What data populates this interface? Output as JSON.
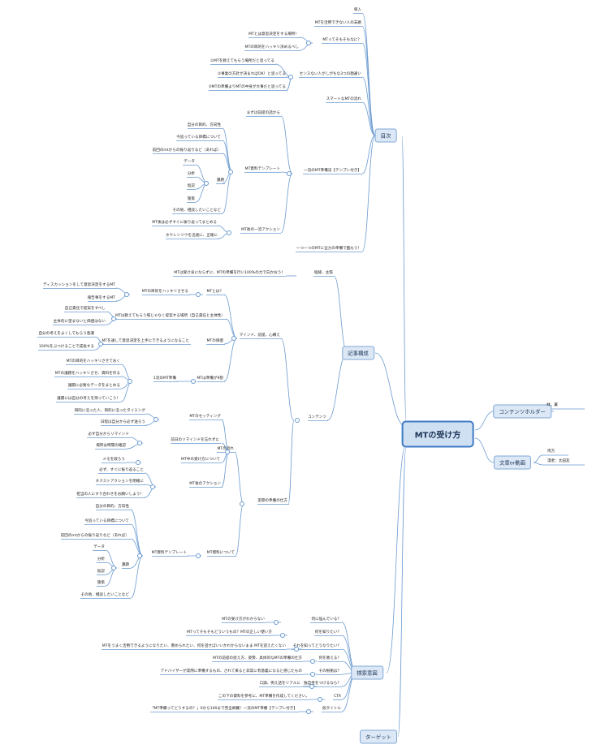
{
  "center": {
    "label": "MTの受け方"
  },
  "branches": [
    {
      "id": "toc",
      "label": "目次"
    },
    {
      "id": "article",
      "label": "記事構成"
    },
    {
      "id": "intent",
      "label": "検索意図"
    },
    {
      "id": "target",
      "label": "ターゲット"
    },
    {
      "id": "content_holder",
      "label": "コンテンツホルダー"
    },
    {
      "id": "style",
      "label": "文章or動画"
    }
  ],
  "toc": [
    "導入",
    "MTを活用できない人の末路",
    "MTとは意思決定をする場所！",
    "MTの目的をハッキリ決めるべし",
    "MTってそもそもなに？",
    "①MTを教えてもらう場所だと思ってる",
    "②事業の方針が決まればOK！と思ってる",
    "③MTの準備よりMTの中身が大事だと思ってる",
    "センスない人がしがちな3つの勘違い",
    "スマートなMTの流れ",
    "まずは前提の話から",
    "自分の目的、方向性",
    "今追っている目標について",
    "前回のmtからの振り返りなど（あれば）",
    "データ",
    "分析",
    "仮説",
    "施策",
    "課題",
    "その他、相談したいことなど",
    "MT資料テンプレート",
    "MT後は必ずすぐに振り返ってまとめる",
    "ホウレンソウを迅速に、正確に",
    "MT後の一流アクション",
    "一流のMT準備法【テンプレ付き】",
    "一つ一つのMTに全力の準備で臨もう！"
  ],
  "article": [
    "MTは受け身にならずに、MTの準備を行い100%の力で向かおう！",
    "経緯、主張",
    "ディスカッションをして意思決定をするMT",
    "報告事をするMT",
    "MTの目的をハッキリさせる",
    "MTとは？",
    "自己責任で提案をすべし",
    "主体的に望まないと価値はない",
    "MTは教えてもらう場じゃなく提案する場所（自己責任と主体性）",
    "自分の考えをよくしてもらう意識",
    "100%をぶつけることで成長する",
    "MTを通して意思決定を上手にできるようになること",
    "MTの価値",
    "マインド、前提、心構え",
    "MTの目的をハッキリさせておく",
    "MTの議題をハッキリさせ、資料を作る",
    "議題に必要なデータをまとめる",
    "議題には自分の考えを持っていこう！",
    "1流のMT準備",
    "MTは準備が9割",
    "目的に沿った人、目的に沿ったタイミング",
    "日程は自分から必ず送ろう",
    "MTのセッティング",
    "必ず自分からリマインド",
    "場所は時間の確認",
    "前日のリマインドを忘れずに",
    "メモを取ろう",
    "MT中の受け方について",
    "必ず、すぐに振り返ること",
    "ネクストアクションを明確に",
    "担当の人にすり合わせをお願いしよう！",
    "MT後のアクション",
    "MTの流れ",
    "自分の目的、方向性",
    "今追っている目標について",
    "前回のmtからの振り返りなど（あれば）",
    "データ",
    "分析",
    "仮説",
    "施策",
    "課題",
    "その他、相談したいことなど",
    "MT資料テンプレート",
    "MT資料について",
    "実際の準備の仕方",
    "コンテンツ"
  ],
  "intent": [
    "MTの受け方がわからない",
    "何に悩んでいる？",
    "MTってそもそもどういうもの？MTの正しい使い方",
    "何を知りたい？",
    "MTをうまく活用できるようになりたい、褒められたい、何を話せばいいかわからないまま MTを迎えたくない",
    "それを知ってどうなりたい？",
    "MTの前提の捉え方、姿勢、具体的なMTの準備の仕方",
    "何を教える？",
    "アドバイザーが実際に準備するもの、されて来ると非常に有意義になると感じたもの",
    "その根拠は？",
    "口調、例え話をリアルに",
    "独自性をつけるなら？",
    "この下の資料を参考に、MT準備を作成してください。",
    "CTA",
    "「MT準備ってどうするの？」0から100まで完全網羅！一流のMT準備【テンプレ付き】",
    "仮タイトル"
  ],
  "holder": [
    "林、翼"
  ],
  "style": [
    "両方",
    "漫者：太田友"
  ]
}
